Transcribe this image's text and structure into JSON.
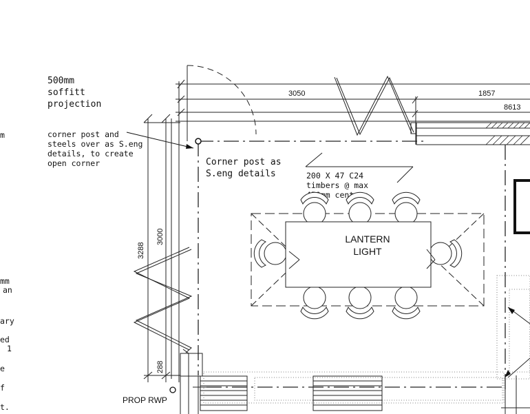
{
  "notes": {
    "soffit": [
      "500mm",
      "soffitt",
      "projection"
    ],
    "corner_post_left": [
      "corner post and",
      "steels over as S.eng",
      "details, to create",
      "open corner"
    ],
    "corner_post_main": [
      "Corner post as",
      "S.eng details"
    ],
    "timbers": [
      "200 X 47 C24",
      "timbers @ max",
      "450mm centres"
    ],
    "lantern": [
      "LANTERN",
      "LIGHT"
    ],
    "rwp": "PROP RWP"
  },
  "dimensions": {
    "top_a": "3050",
    "top_b": "1857",
    "top_c": "8613",
    "left_outer": "3288",
    "left_inner": "3000",
    "left_small": "288"
  },
  "left_fragments": [
    "m",
    "mm",
    "an",
    "ary",
    "ed",
    "1",
    "e",
    "f",
    "t."
  ]
}
